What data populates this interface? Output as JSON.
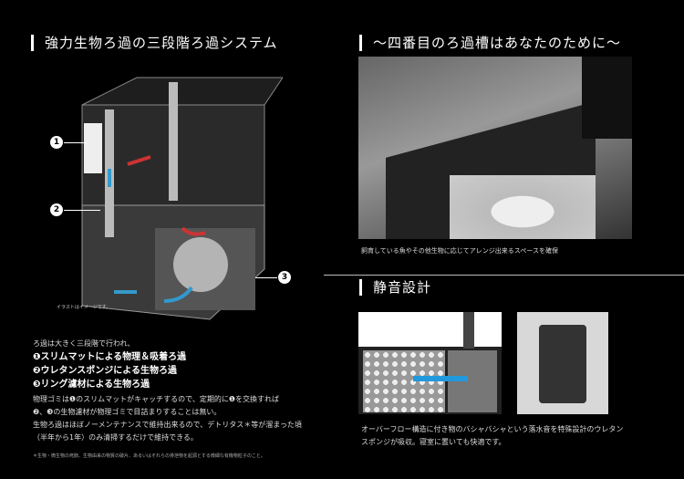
{
  "left": {
    "heading": "強力生物ろ過の三段階ろ過システム",
    "markers": [
      "1",
      "2",
      "3"
    ],
    "caption": "イラストはイメージです。",
    "intro": "ろ過は大きく三段階で行われ、",
    "steps": [
      "❶スリムマットによる物理＆吸着ろ過",
      "❷ウレタンスポンジによる生物ろ過",
      "❸リング濾材による生物ろ過"
    ],
    "body": [
      "物理ゴミは❶のスリムマットがキャッチするので、定期的に❶を交換すれば",
      "❷、❸の生物濾材が物理ゴミで目詰まりすることは無い。",
      "生物ろ過はほぼノーメンテナンスで維持出来るので、デトリタス＊等が溜まった頃",
      "（半年から1年）のみ清掃するだけで維持できる。"
    ],
    "footnote": "＊生物・微生物の死骸、生物由来の物質の破片、あるいはそれらの排泄物を起源とする微細な有機物粒子のこと。"
  },
  "right": {
    "heading": "～四番目のろ過槽はあなたのために～",
    "photo_caption": "飼育している魚やその他生物に応じてアレンジ出来るスペースを確保",
    "heading2": "静音設計",
    "body": [
      "オーバーフロー構造に付き物のバシャバシャという落水音を特殊設計のウレタン",
      "スポンジが吸収。寝室に置いても快適です。"
    ]
  }
}
